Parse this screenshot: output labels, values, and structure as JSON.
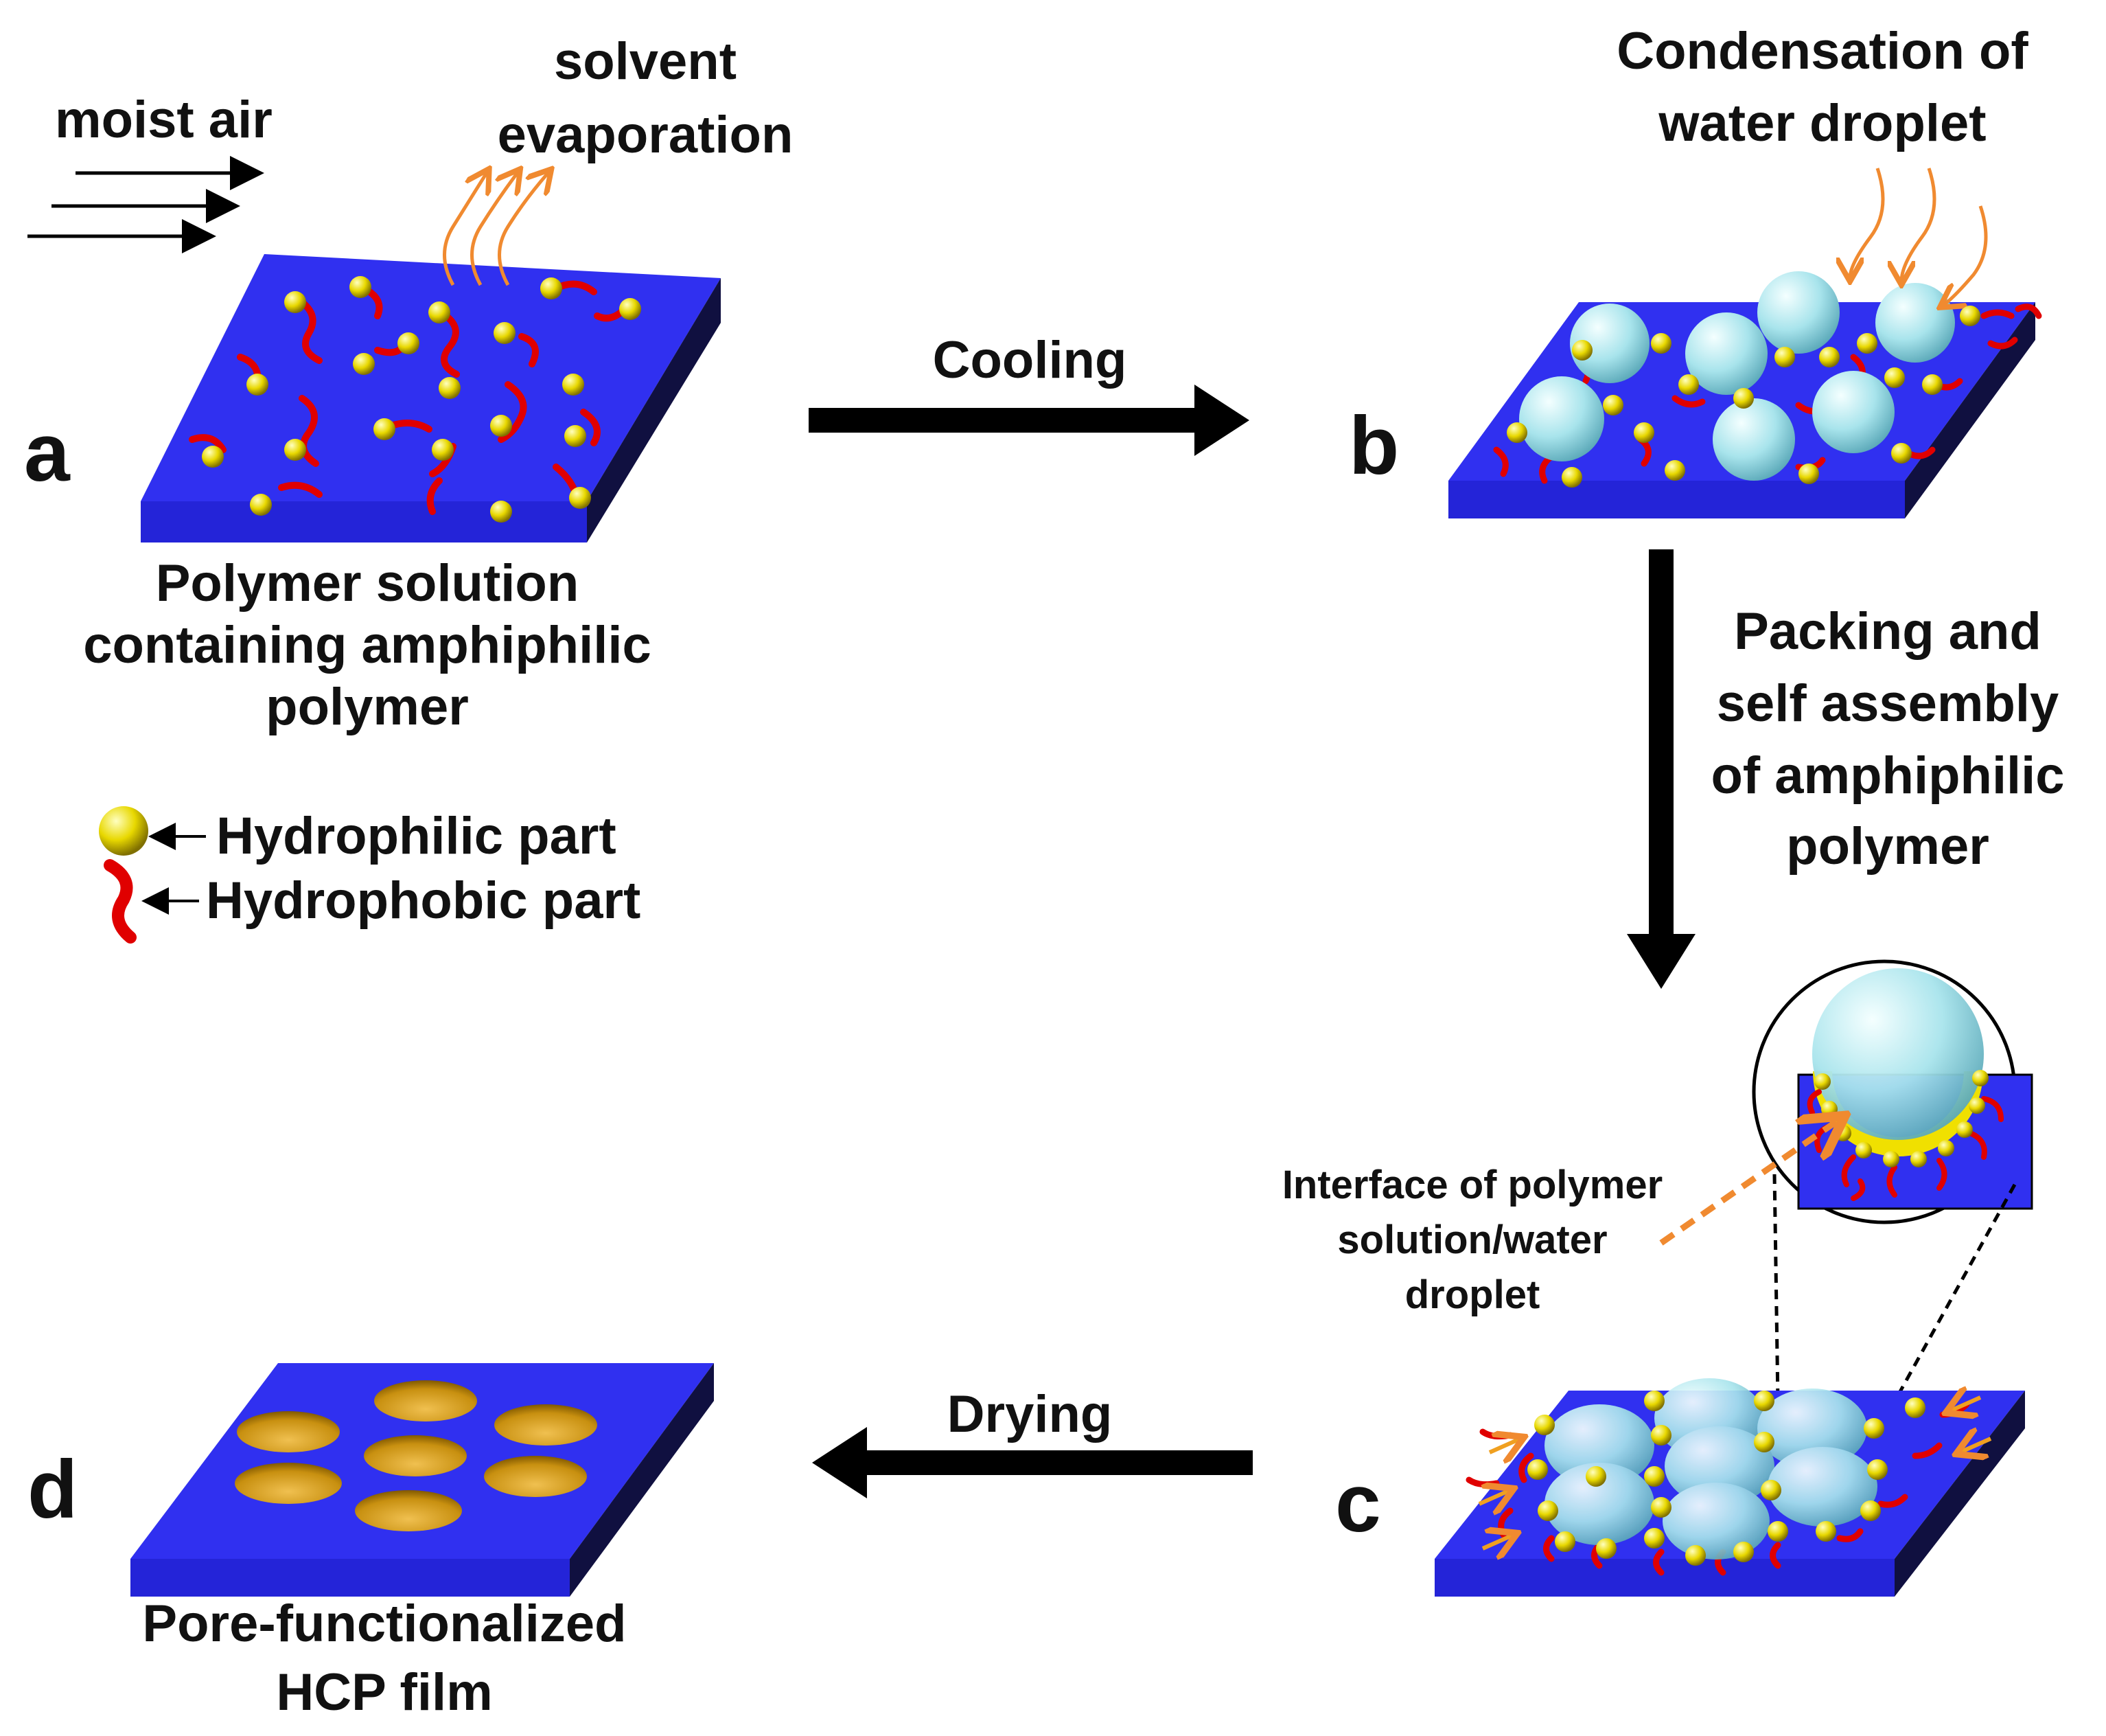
{
  "labels": {
    "moist_air": "moist air",
    "solvent_evap_1": "solvent",
    "solvent_evap_2": "evaporation",
    "condensation_1": "Condensation of",
    "condensation_2": "water droplet",
    "cooling": "Cooling",
    "packing_1": "Packing and",
    "packing_2": "self assembly",
    "packing_3": "of amphiphilic",
    "packing_4": "polymer",
    "drying": "Drying",
    "polymer_solution_1": "Polymer solution",
    "polymer_solution_2": "containing amphiphilic",
    "polymer_solution_3": "polymer",
    "hydrophilic": "Hydrophilic part",
    "hydrophobic": "Hydrophobic part",
    "interface_1": "Interface of polymer",
    "interface_2": "solution/water",
    "interface_3": "droplet",
    "pore_1": "Pore-functionalized",
    "pore_2": "HCP film"
  },
  "panels": {
    "a": "a",
    "b": "b",
    "c": "c",
    "d": "d"
  },
  "colors": {
    "film_top": "#3030f0",
    "film_side": "#101040",
    "hydrophilic_bead": "#e8d800",
    "hydrophobic_tail": "#e00000",
    "water_droplet": "#a8e4ec",
    "pore": "#c89010",
    "orange_arrow": "#f08a30",
    "process_arrow": "#000000"
  }
}
